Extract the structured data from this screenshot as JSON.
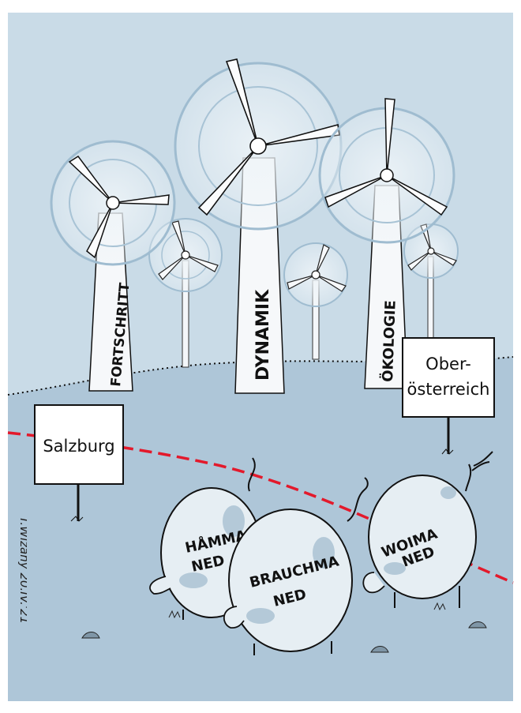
{
  "cartoon": {
    "turbine_labels": {
      "left": "FORTSCHRITT",
      "center": "DYNAMIK",
      "right": "ÖKOLOGIE"
    },
    "signs": {
      "left": "Salzburg",
      "right_line1": "Ober-",
      "right_line2": "österreich"
    },
    "pigs": {
      "left_line1": "HÅMMA",
      "left_line2": "NED",
      "middle_line1": "BRAUCHMA",
      "middle_line2": "NED",
      "right_line1": "WOIMA",
      "right_line2": "NED"
    },
    "signature": "T.Wizany 20.IV.'21"
  },
  "colors": {
    "sky": "#c9dbe7",
    "ground": "#aec6d8",
    "ink": "#111111",
    "border": "#e3192b",
    "pig": "#e6eef3",
    "pig_shade": "#b4c9d8"
  }
}
